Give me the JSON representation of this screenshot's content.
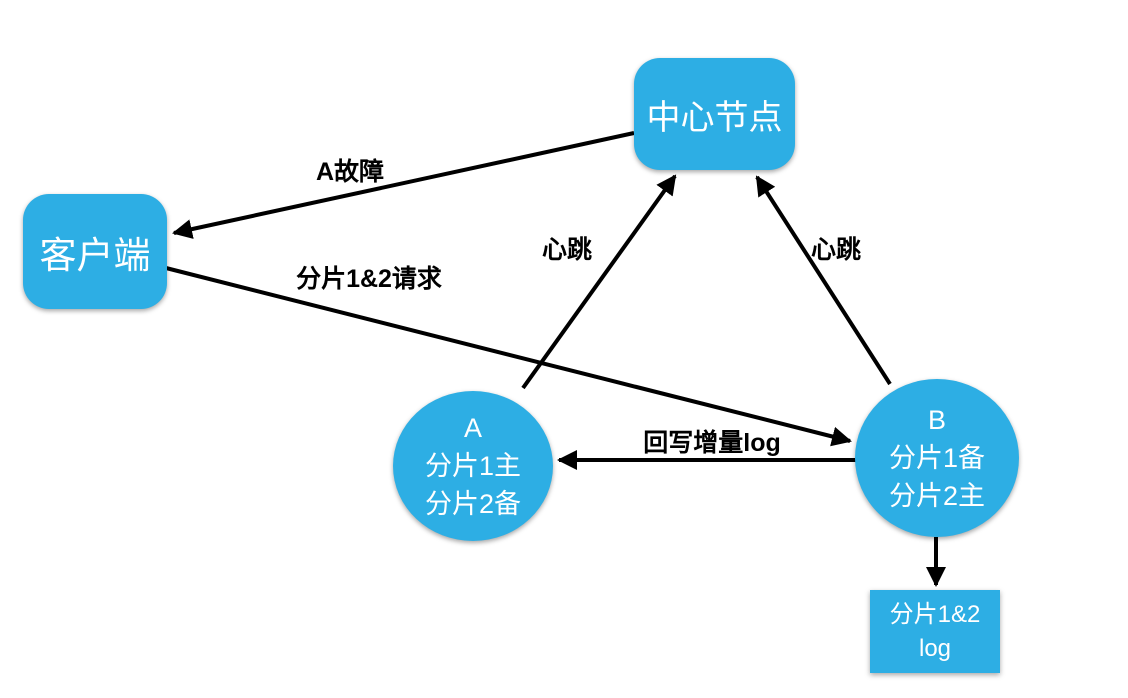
{
  "colors": {
    "node_fill": "#2DAEE4",
    "node_text": "#FFFFFF",
    "edge": "#000000",
    "label": "#000000",
    "background": "#FFFFFF"
  },
  "nodes": {
    "central": {
      "label": "中心节点"
    },
    "client": {
      "label": "客户端"
    },
    "node_a": {
      "lines": [
        "A",
        "分片1主",
        "分片2备"
      ]
    },
    "node_b": {
      "lines": [
        "B",
        "分片1备",
        "分片2主"
      ]
    },
    "log": {
      "lines": [
        "分片1&2",
        "log"
      ]
    }
  },
  "edges": {
    "a_failure": {
      "label": "A故障",
      "from": "central",
      "to": "client"
    },
    "shard_request": {
      "label": "分片1&2请求",
      "from": "client",
      "to": "node_b"
    },
    "heartbeat_a": {
      "label": "心跳",
      "from": "node_a",
      "to": "central"
    },
    "heartbeat_b": {
      "label": "心跳",
      "from": "node_b",
      "to": "central"
    },
    "writeback": {
      "label": "回写增量log",
      "from": "node_b",
      "to": "node_a"
    },
    "log_write": {
      "label": "",
      "from": "node_b",
      "to": "log"
    }
  }
}
